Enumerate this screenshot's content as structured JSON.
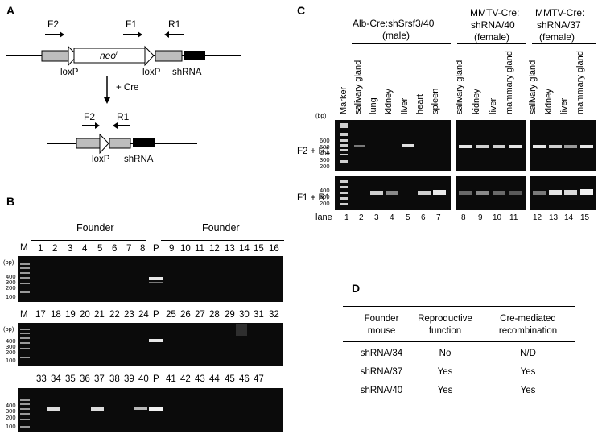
{
  "panelA": {
    "letter": "A",
    "primers_top": [
      "F2",
      "F1",
      "R1"
    ],
    "neo_label": "neo",
    "neo_sup": "r",
    "loxp": "loxP",
    "shrna": "shRNA",
    "cre_step": "+ Cre",
    "primers_bottom": [
      "F2",
      "R1"
    ]
  },
  "panelB": {
    "letter": "B",
    "founder": "Founder",
    "bp": "(bp)",
    "marker_label": "M",
    "positive_label": "P",
    "size_ticks": [
      "400",
      "300",
      "200",
      "100"
    ],
    "rows": [
      {
        "left": [
          "1",
          "2",
          "3",
          "4",
          "5",
          "6",
          "7",
          "8"
        ],
        "right": [
          "9",
          "10",
          "11",
          "12",
          "13",
          "14",
          "15",
          "16"
        ]
      },
      {
        "left": [
          "17",
          "18",
          "19",
          "20",
          "21",
          "22",
          "23",
          "24"
        ],
        "right": [
          "25",
          "26",
          "27",
          "28",
          "29",
          "30",
          "31",
          "32"
        ]
      },
      {
        "left": [
          "33",
          "34",
          "35",
          "36",
          "37",
          "38",
          "39",
          "40"
        ],
        "right": [
          "41",
          "42",
          "43",
          "44",
          "45",
          "46",
          "47"
        ]
      }
    ]
  },
  "panelC": {
    "letter": "C",
    "groups": [
      {
        "title": [
          "Alb-Cre:shSrsf3/40",
          "(male)"
        ],
        "lanes": [
          "salivary gland",
          "lung",
          "kidney",
          "liver",
          "heart",
          "spleen"
        ]
      },
      {
        "title": [
          "MMTV-Cre:",
          "shRNA/40",
          "(female)"
        ],
        "lanes": [
          "salivary gland",
          "kidney",
          "liver",
          "mammary gland"
        ]
      },
      {
        "title": [
          "MMTV-Cre:",
          "shRNA/37",
          "(female)"
        ],
        "lanes": [
          "salivary gland",
          "kidney",
          "liver",
          "mammary gland"
        ]
      }
    ],
    "marker": "Marker",
    "bp": "(bp)",
    "ticks_top": [
      "600",
      "500",
      "400",
      "300",
      "200"
    ],
    "ticks_bottom": [
      "400",
      "300",
      "200"
    ],
    "row_labels": [
      "F2 + R1",
      "F1 + R1"
    ],
    "lane_word": "lane",
    "lane_numbers": [
      "1",
      "2",
      "3",
      "4",
      "5",
      "6",
      "7",
      "8",
      "9",
      "10",
      "11",
      "12",
      "13",
      "14",
      "15"
    ]
  },
  "panelD": {
    "letter": "D",
    "headers": [
      [
        "Founder",
        "mouse"
      ],
      [
        "Reproductive",
        "function"
      ],
      [
        "Cre-mediated",
        "recombination"
      ]
    ],
    "rows": [
      [
        "shRNA/34",
        "No",
        "N/D"
      ],
      [
        "shRNA/37",
        "Yes",
        "Yes"
      ],
      [
        "shRNA/40",
        "Yes",
        "Yes"
      ]
    ]
  }
}
